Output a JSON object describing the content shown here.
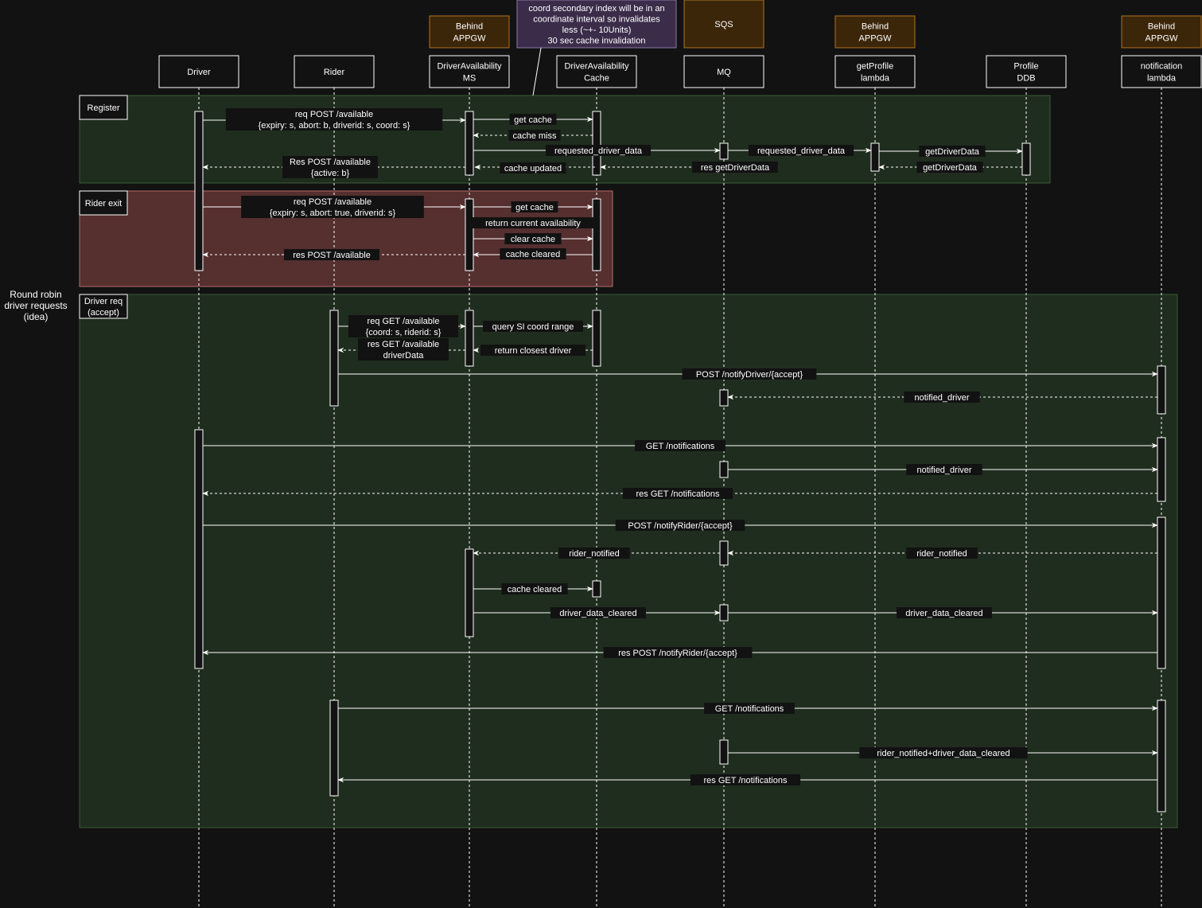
{
  "colors": {
    "background": "#121212",
    "line": "#ffffff",
    "register_fill": "#1f2d1e",
    "register_stroke": "#3a5a34",
    "rider_exit_fill": "#562f2f",
    "rider_exit_stroke": "#b66a6a",
    "driver_req_fill": "#1f2d1e",
    "behind_fill": "#3c260a",
    "behind_stroke": "#b07120",
    "note_fill": "#3b2c4a",
    "note_stroke": "#8e7aa6",
    "label_bg": "#121212"
  },
  "side_note": [
    "Round robin",
    "driver requests",
    "(idea)"
  ],
  "note": [
    "coord secondary index will be in an",
    "coordinate interval so invalidates",
    "less (~+- 10Units)",
    "30 sec cache invalidation"
  ],
  "headers": [
    {
      "lines": [
        "Behind",
        "APPGW"
      ]
    },
    {
      "lines": [
        "SQS"
      ]
    },
    {
      "lines": [
        "Behind",
        "APPGW"
      ]
    },
    {
      "lines": [
        "Behind",
        "APPGW"
      ]
    }
  ],
  "participants": [
    {
      "lines": [
        "Driver"
      ]
    },
    {
      "lines": [
        "Rider"
      ]
    },
    {
      "lines": [
        "DriverAvailability",
        "MS"
      ]
    },
    {
      "lines": [
        "DriverAvailability",
        "Cache"
      ]
    },
    {
      "lines": [
        "MQ"
      ]
    },
    {
      "lines": [
        "getProfile",
        "lambda"
      ]
    },
    {
      "lines": [
        "Profile",
        "DDB"
      ]
    },
    {
      "lines": [
        "notification",
        "lambda"
      ]
    }
  ],
  "fragments": [
    {
      "label": [
        "Register"
      ],
      "style": "green"
    },
    {
      "label": [
        "Rider exit"
      ],
      "style": "red"
    },
    {
      "label": [
        "Driver req",
        "(accept)"
      ],
      "style": "green"
    }
  ],
  "messages": [
    {
      "text": [
        "req POST /available",
        "{expiry: s, abort: b, driverid: s, coord: s}"
      ],
      "dashed": false
    },
    {
      "text": [
        "get cache"
      ],
      "dashed": false
    },
    {
      "text": [
        "cache miss"
      ],
      "dashed": true
    },
    {
      "text": [
        "requested_driver_data"
      ],
      "dashed": false
    },
    {
      "text": [
        "requested_driver_data"
      ],
      "dashed": false
    },
    {
      "text": [
        "getDriverData"
      ],
      "dashed": false
    },
    {
      "text": [
        "getDriverData"
      ],
      "dashed": true
    },
    {
      "text": [
        "res getDriverData"
      ],
      "dashed": true
    },
    {
      "text": [
        "cache updated"
      ],
      "dashed": true
    },
    {
      "text": [
        "Res POST /available",
        "{active: b}"
      ],
      "dashed": true
    },
    {
      "text": [
        "req POST /available",
        "{expiry: s, abort: true, driverid: s}"
      ],
      "dashed": false
    },
    {
      "text": [
        "get cache"
      ],
      "dashed": false
    },
    {
      "text": [
        "return current availability"
      ],
      "dashed": true
    },
    {
      "text": [
        "clear cache"
      ],
      "dashed": false
    },
    {
      "text": [
        "cache cleared"
      ],
      "dashed": false
    },
    {
      "text": [
        "res POST /available"
      ],
      "dashed": true
    },
    {
      "text": [
        "req GET /available",
        "{coord: s, riderid: s}"
      ],
      "dashed": false
    },
    {
      "text": [
        "query SI coord range"
      ],
      "dashed": false
    },
    {
      "text": [
        "return closest driver"
      ],
      "dashed": true
    },
    {
      "text": [
        "res GET /available",
        "driverData"
      ],
      "dashed": true
    },
    {
      "text": [
        "POST /notifyDriver/{accept}"
      ],
      "dashed": false
    },
    {
      "text": [
        "notified_driver"
      ],
      "dashed": true
    },
    {
      "text": [
        "GET /notifications"
      ],
      "dashed": false
    },
    {
      "text": [
        "notified_driver"
      ],
      "dashed": false
    },
    {
      "text": [
        "res GET /notifications"
      ],
      "dashed": true
    },
    {
      "text": [
        "POST /notifyRider/{accept}"
      ],
      "dashed": false
    },
    {
      "text": [
        "rider_notified"
      ],
      "dashed": true
    },
    {
      "text": [
        "rider_notified"
      ],
      "dashed": true
    },
    {
      "text": [
        "cache cleared"
      ],
      "dashed": false
    },
    {
      "text": [
        "driver_data_cleared"
      ],
      "dashed": false
    },
    {
      "text": [
        "driver_data_cleared"
      ],
      "dashed": false
    },
    {
      "text": [
        "res POST /notifyRider/{accept}"
      ],
      "dashed": false
    },
    {
      "text": [
        "GET /notifications"
      ],
      "dashed": false
    },
    {
      "text": [
        "rider_notified+driver_data_cleared"
      ],
      "dashed": false
    },
    {
      "text": [
        "res GET /notifications"
      ],
      "dashed": false
    }
  ]
}
